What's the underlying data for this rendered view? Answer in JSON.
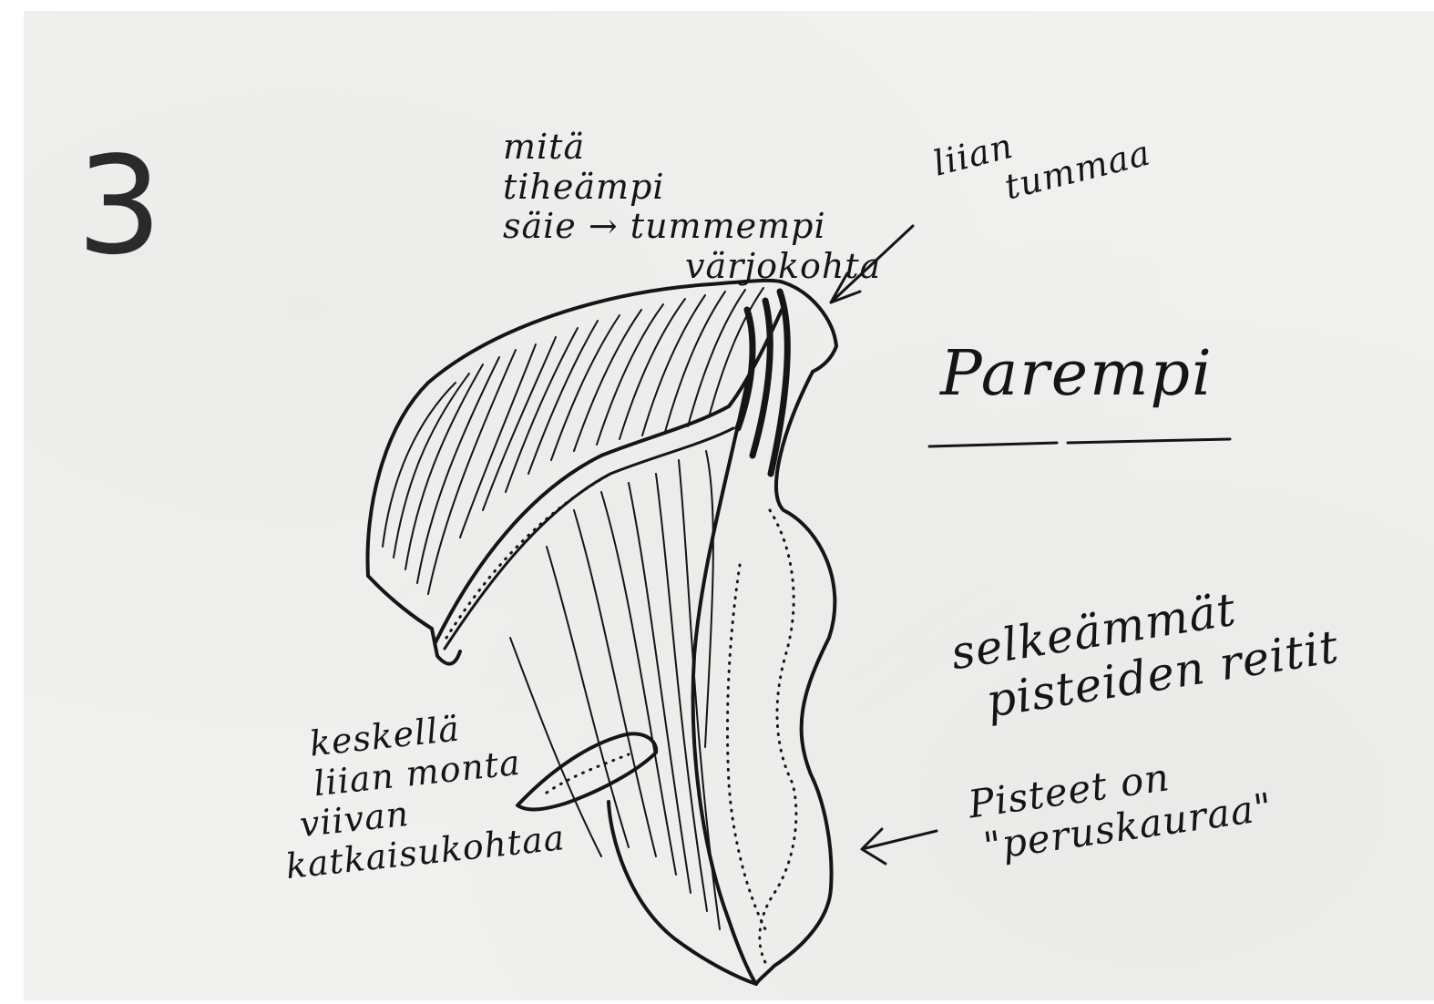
{
  "page_number": "3",
  "annotations": {
    "top_left": [
      "mitä",
      "tiheämpi",
      "säie → tummempi",
      "värjokohta"
    ],
    "top_right": [
      "liian",
      "tummaa"
    ],
    "parempi": "Parempi",
    "selkeammat": [
      "selkeämmät",
      "pisteiden reitit"
    ],
    "pisteet": [
      "Pisteet on",
      "\"peruskauraa\""
    ],
    "keskella": [
      "keskellä",
      "liian monta",
      "viivan",
      "katkaisukohtaa"
    ]
  },
  "colors": {
    "paper": "#f1f1ef",
    "ink": "#151515",
    "number": "#2a2a2a"
  }
}
